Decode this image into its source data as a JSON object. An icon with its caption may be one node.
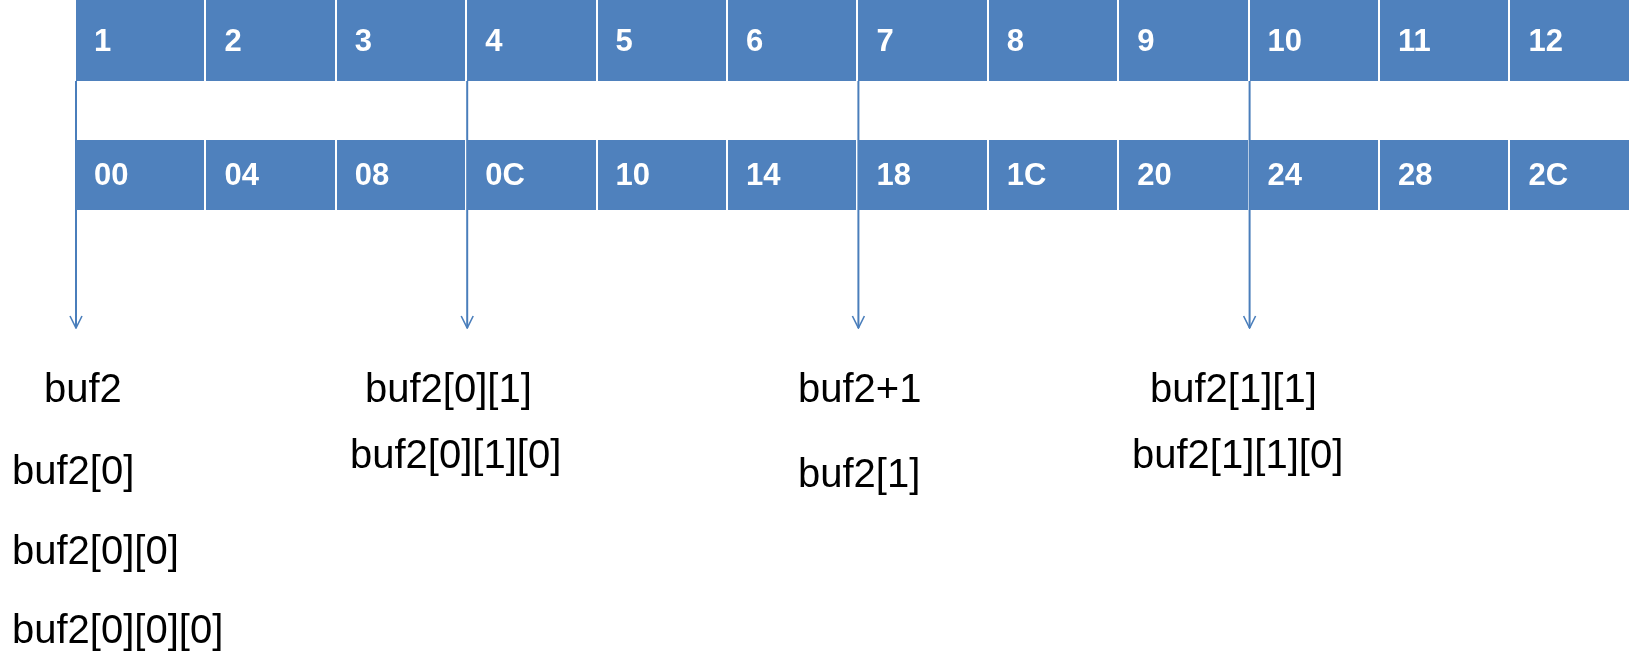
{
  "diagram": {
    "nodes": [
      {
        "text": [
          "1"
        ]
      },
      {
        "text": [
          "2"
        ]
      },
      {
        "text": [
          "3"
        ]
      },
      {
        "text": [
          "4"
        ]
      },
      {
        "text": [
          "5"
        ]
      },
      {
        "text": [
          "6"
        ]
      },
      {
        "text": [
          "7"
        ]
      },
      {
        "text": [
          "8"
        ]
      },
      {
        "text": [
          "9"
        ]
      },
      {
        "text": [
          "10"
        ]
      },
      {
        "text": [
          "11"
        ]
      },
      {
        "text": [
          "12"
        ]
      },
      {
        "text": [
          "00"
        ]
      },
      {
        "text": [
          "04"
        ]
      },
      {
        "text": [
          "08"
        ]
      },
      {
        "text": [
          "0C"
        ]
      },
      {
        "text": [
          "10"
        ]
      },
      {
        "text": [
          "14"
        ]
      },
      {
        "text": [
          "18"
        ]
      },
      {
        "text": [
          "1C"
        ]
      },
      {
        "text": [
          "20"
        ]
      },
      {
        "text": [
          "24"
        ]
      },
      {
        "text": [
          "28"
        ]
      },
      {
        "text": [
          "2C"
        ]
      },
      {
        "text": [
          "buf2",
          "buf2[0]",
          "buf2[0][0]",
          "buf2[0][0][0]"
        ]
      },
      {
        "text": [
          "buf2[0][1]",
          "buf2[0][1][0]"
        ]
      },
      {
        "text": [
          "buf2+1",
          "buf2[1]"
        ]
      },
      {
        "text": [
          "buf2[1][1]",
          "buf2[1][1][0]"
        ]
      }
    ],
    "edges": [
      {
        "from": 0,
        "to": 24,
        "arrow": "to"
      },
      {
        "from": 3,
        "to": 25,
        "arrow": "to"
      },
      {
        "from": 6,
        "to": 26,
        "arrow": "to"
      },
      {
        "from": 9,
        "to": 27,
        "arrow": "to"
      }
    ]
  }
}
